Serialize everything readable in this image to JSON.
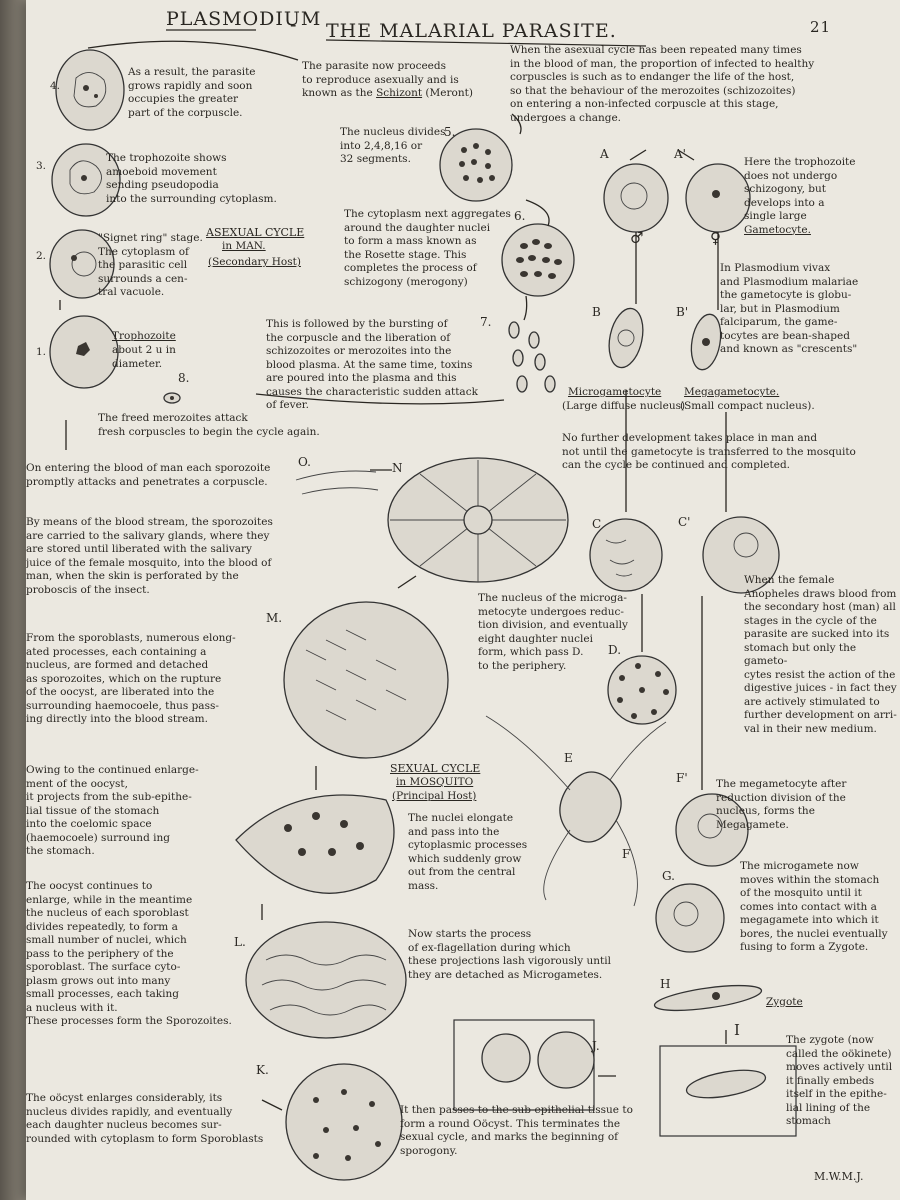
{
  "header": {
    "title_left": "PLASMODIUM",
    "title_dash": "-",
    "title_right": "THE MALARIAL PARASITE.",
    "page_number": "21"
  },
  "stage_labels": {
    "s1": "1.",
    "s2": "2.",
    "s3": "3.",
    "s4": "4.",
    "s5": "5.",
    "s6": "6.",
    "s7": "7.",
    "s8": "8.",
    "A": "A",
    "A2": "A'",
    "B": "B",
    "B2": "B'",
    "C": "C",
    "C2": "C'",
    "D": "D.",
    "E": "E",
    "F": "F",
    "F2": "F'",
    "G": "G.",
    "H": "H",
    "I": "I",
    "J": "J.",
    "K": "K.",
    "L": "L.",
    "M": "M.",
    "N": "N",
    "O": "O.",
    "male": "♂",
    "female": "♀"
  },
  "asexual_heading": {
    "title": "ASEXUAL CYCLE",
    "sub": "in MAN.",
    "host": "(Secondary Host)"
  },
  "sexual_heading": {
    "title": "SEXUAL CYCLE",
    "sub": "in MOSQUITO",
    "host": "(Principal Host)"
  },
  "notes": {
    "stage4": "As a result, the parasite\ngrows rapidly and soon\noccupies the greater\npart of the corpuscle.",
    "schizont_a": "The parasite now proceeds\nto reproduce asexually and is\nknown as the ",
    "schizont_b": "Schizont",
    "schizont_c": " (Meront)",
    "top_right": "When the asexual cycle has been repeated many times\nin the blood of man, the proportion of infected to healthy\ncorpuscles is such as to endanger the life of the host,\nso that the behaviour of the merozoites (schizozoites)\non entering a non-infected corpuscle at this stage,\nundergoes a change.",
    "stage3": "The trophozoite shows\namoeboid movement\nsending pseudopodia\ninto the surrounding cytoplasm.",
    "nucleus_divides": "The nucleus divides\ninto 2,4,8,16 or\n32 segments.",
    "gametocyte_a": "Here the trophozoite\ndoes not undergo\nschizogony, but\ndevelops into a\nsingle large\n",
    "gametocyte_b": "Gametocyte.",
    "stage2": "\"Signet ring\" stage.\nThe cytoplasm of\nthe parasitic cell\nsurrounds a cen-\ntral vacuole.",
    "rosette": "The cytoplasm next aggregates\naround the daughter nuclei\nto form a mass known as\nthe Rosette stage. This\ncompletes the process of\nschizogony (merogony)",
    "vivax": "In Plasmodium vivax\nand Plasmodium malariae\nthe gametocyte is globu-\nlar, but in Plasmodium\nfalciparum, the game-\ntocytes are bean-shaped\nand known as \"crescents\"",
    "stage1_a": "Trophozoite",
    "stage1_b": "about 2 u in\ndiameter.",
    "bursting": "This is followed by the bursting of\nthe corpuscle and the liberation of\nschizozoites or merozoites into the\nblood plasma. At the same time, toxins\nare poured into the plasma and this\ncauses the characteristic sudden attack\nof fever.",
    "micro_name": "Microgametocyte",
    "micro_sub": "(Large diffuse nucleus)",
    "mega_name": "Megagametocyte.",
    "mega_sub": "(Small compact nucleus).",
    "freed": "The freed merozoites attack\nfresh corpuscles to begin the cycle again.",
    "no_further": "No further development takes place in man and\nnot until the gametocyte is transferred to the mosquito\ncan the cycle be continued and completed.",
    "entering": "On entering the blood of man each sporozoite\npromptly attacks and penetrates a corpuscle.",
    "blood_stream": "By means of the blood stream, the sporozoites\nare carried to the salivary glands, where they\nare stored until liberated with the salivary\njuice of the female mosquito, into the blood of\nman, when the skin is perforated by the\nproboscis of the insect.",
    "female_draws": "When the female\nAnopheles draws blood from\nthe secondary host (man) all\nstages in the cycle of the\nparasite are sucked into its\nstomach but only the gameto-\ncytes resist the action of the\ndigestive juices - in fact they\nare actively stimulated to\nfurther development on arri-\nval in their new medium.",
    "reduction": "The nucleus of the microga-\nmetocyte undergoes reduc-\ntion division, and eventually\neight daughter nuclei\nform, which pass D.\nto the periphery.",
    "sporoblasts": "From the sporoblasts, numerous elong-\nated processes, each containing a\nnucleus, are formed and detached\nas sporozoites, which on the rupture\nof the oocyst, are liberated into the\nsurrounding haemocoele, thus pass-\ning directly into the blood stream.",
    "continued": "Owing to the continued enlarge-\nment of the oocyst,\nit projects from the sub-epithe-\nlial tissue of the stomach\ninto the coelomic space\n(haemocoele) surround ing\nthe stomach.",
    "nuclei_elongate": "The nuclei elongate\nand pass into the\ncytoplasmic processes\nwhich suddenly grow\nout from the central\nmass.",
    "megagamete": "The megametocyte after\nreduction division of the\nnucleus, forms the\nMegagamete.",
    "oocyst_continues": "The oocyst continues to\nenlarge, while in the meantime\nthe nucleus of each sporoblast\ndivides repeatedly, to form a\nsmall number of nuclei, which\npass to the periphery of the\nsporoblast. The surface cyto-\nplasm grows out into many\nsmall processes, each taking\na nucleus with it.\nThese processes form the Sporozoites.",
    "microgamete": "The microgamete now\nmoves within the stomach\nof the mosquito until it\ncomes into contact with a\nmegagamete into which it\nbores, the nuclei eventually\nfusing to form a Zygote.",
    "ex_flag": "Now starts the process\nof ex-flagellation during which\nthese projections lash vigorously until\nthey are detached as Microgametes.",
    "zygote_label": "Zygote",
    "ookinete": "The zygote (now\ncalled the oökinete)\nmoves actively until\nit finally embeds\nitself in the epithe-\nlial lining of the\nstomach",
    "oocyst_enlarges": "The oöcyst enlarges considerably, its\nnucleus divides rapidly, and eventually\neach daughter nucleus becomes sur-\nrounded with cytoplasm to form Sporoblasts",
    "sub_epithelial": "It then passes to the sub-epithelial tissue to\nform a round Oöcyst. This terminates the\nsexual cycle, and marks the beginning of\nsporogony.",
    "initials": "M.W.M.J."
  }
}
